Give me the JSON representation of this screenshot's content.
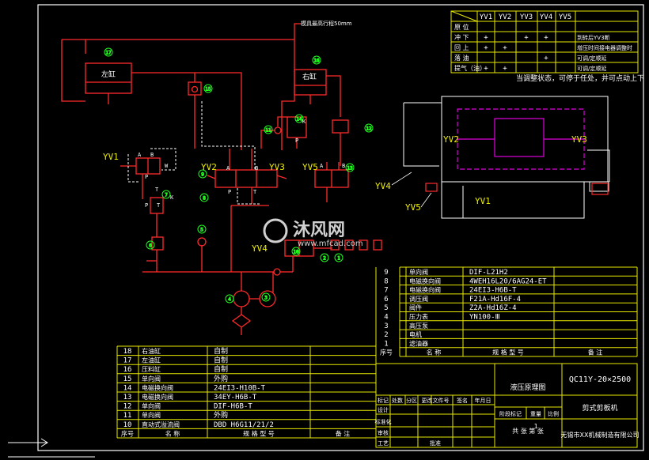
{
  "colors": {
    "frame": "#ffffff",
    "table": "#e8e800",
    "hydraulic": "#ff2a2a",
    "text_yellow": "#f0f000",
    "text_white": "#ffffff",
    "green": "#20ff20",
    "magenta": "#e000e0",
    "watermark": "#d0d0d0"
  },
  "top_right_table": {
    "headers": [
      "YV1",
      "YV2",
      "YV3",
      "YV4",
      "YV5"
    ],
    "rows": [
      {
        "label": "原  位",
        "marks": [
          "",
          "",
          "",
          "",
          ""
        ],
        "note": ""
      },
      {
        "label": "冲  下",
        "marks": [
          "+",
          "",
          "+",
          "+",
          ""
        ],
        "note": "到转后YV3断"
      },
      {
        "label": "回  上",
        "marks": [
          "+",
          "+",
          "",
          "",
          ""
        ],
        "note": "增压时间接电器调整时"
      },
      {
        "label": "落  油",
        "marks": [
          "",
          "",
          "",
          "+",
          ""
        ],
        "note": "可调/定顺延"
      },
      {
        "label": "提气（油）",
        "marks": [
          "+",
          "+",
          "",
          "",
          ""
        ],
        "note": "可调/定顺延"
      }
    ],
    "footnote": "当调整状态，可停于任处，并可点动上下"
  },
  "diagram": {
    "top_note": "模具最高行程50mm",
    "cyl_left": "左缸",
    "cyl_right": "右缸",
    "valve_labels": [
      "YV1",
      "YV2",
      "YV3",
      "YV4",
      "YV5"
    ],
    "ports": [
      "A",
      "B",
      "P",
      "T",
      "K",
      "W"
    ],
    "nums": [
      "17",
      "16",
      "15",
      "14",
      "13",
      "12",
      "11",
      "10",
      "9",
      "8",
      "7",
      "6",
      "5",
      "4",
      "3",
      "2",
      "1"
    ]
  },
  "side_view": {
    "labels": [
      "YV2",
      "YV3",
      "YV4",
      "YV5",
      "YV1"
    ]
  },
  "watermark": {
    "name": "沐风网",
    "url": "www.mfcad.com"
  },
  "bom_upper": {
    "rows": [
      {
        "no": "9",
        "name": "单向阀",
        "model": "DIF-L21H2"
      },
      {
        "no": "8",
        "name": "电磁换向阀",
        "model": "4WEH16L20/6AG24-ET"
      },
      {
        "no": "7",
        "name": "电磁换向阀",
        "model": "24EI3-H6B-T"
      },
      {
        "no": "6",
        "name": "调压阀",
        "model": "F21A-Hd16F-4"
      },
      {
        "no": "5",
        "name": "阀件",
        "model": "Z2A-Hd16Z-4"
      },
      {
        "no": "4",
        "name": "压力表",
        "model": "YN100-Ⅲ"
      },
      {
        "no": "3",
        "name": "高压泵",
        "model": ""
      },
      {
        "no": "2",
        "name": "电机",
        "model": ""
      },
      {
        "no": "1",
        "name": "滤油器",
        "model": ""
      }
    ],
    "header": {
      "no": "序号",
      "name": "名  称",
      "model": "规 格 型 号",
      "note": "备  注"
    }
  },
  "bom_lower": {
    "rows": [
      {
        "no": "18",
        "name": "右油缸",
        "model": "自制"
      },
      {
        "no": "17",
        "name": "左油缸",
        "model": "自制"
      },
      {
        "no": "16",
        "name": "压料缸",
        "model": "自制"
      },
      {
        "no": "15",
        "name": "单向阀",
        "model": "外购"
      },
      {
        "no": "14",
        "name": "电磁换向阀",
        "model": "24EI3-H10B-T"
      },
      {
        "no": "13",
        "name": "电磁换向阀",
        "model": "34EY-H6B-T"
      },
      {
        "no": "12",
        "name": "单向阀",
        "model": "DIF-H6B-T"
      },
      {
        "no": "11",
        "name": "单向阀",
        "model": "外购"
      },
      {
        "no": "10",
        "name": "直动式溢流阀",
        "model": "DBD H6G11/21/2"
      }
    ],
    "header": {
      "no": "序号",
      "name": "名  称",
      "model": "规 格 型 号",
      "note": "备  注"
    }
  },
  "title_block": {
    "drawing_no": "QC11Y-20×2500",
    "drawing_title": "液压原理图",
    "machine": "剪式剪板机",
    "company": "无锡市XX机械制造有限公司",
    "row_labels": [
      "标记",
      "处数",
      "分区",
      "更改文件号",
      "签名",
      "年月日"
    ],
    "role_labels": [
      "设计",
      "标准化",
      "审核",
      "工艺",
      "批准"
    ],
    "stage_labels": [
      "阶段标记",
      "重量",
      "比例"
    ],
    "scale": "1",
    "sheet": "共  张  第  张"
  }
}
